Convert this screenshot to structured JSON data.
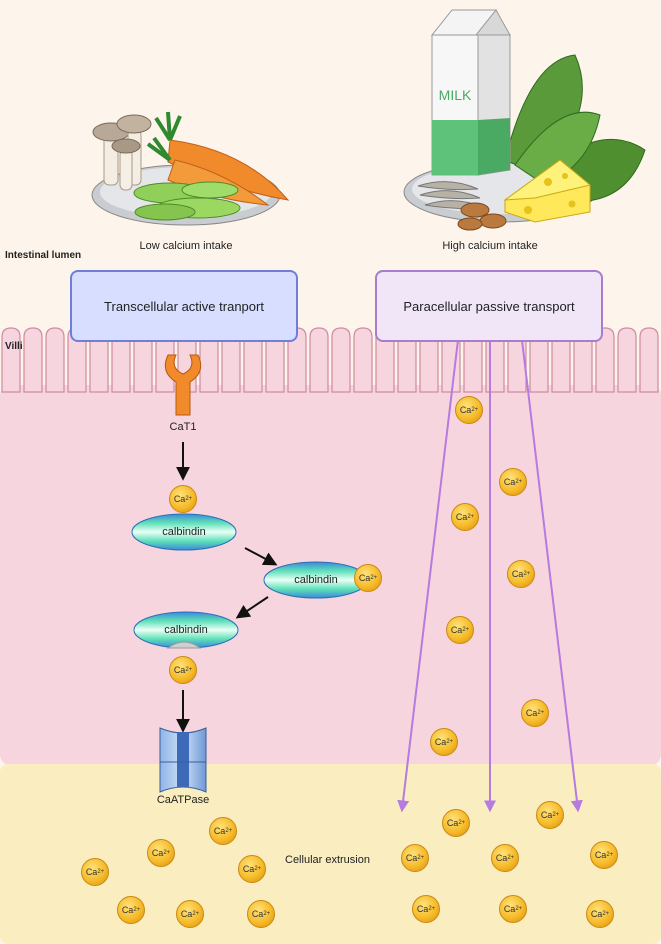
{
  "labels": {
    "intestinal_lumen": "Intestinal lumen",
    "villi": "Villi",
    "low_calcium": "Low calcium intake",
    "high_calcium": "High calcium intake",
    "transcellular": "Transcellular active tranport",
    "paracellular": "Paracellular passive transport",
    "cat1": "CaT1",
    "calbindin": "calbindin",
    "caatpase": "CaATPase",
    "cellular_extrusion": "Cellular extrusion",
    "milk": "MILK"
  },
  "ion": {
    "base": "Ca",
    "charge": "2+"
  },
  "colors": {
    "background": "#fdf5ec",
    "cell": "#f7d5df",
    "extrusion": "#faedc0",
    "villi_stroke": "#cf8aa0",
    "transcellular_fill": "#d8deff",
    "transcellular_border": "#6f7fd8",
    "paracellular_fill": "#f0e6f8",
    "paracellular_border": "#a97ccc",
    "arrow_purple": "#b57be0",
    "calcium": "#f6bb2a",
    "calbindin": "#5fe0b8"
  },
  "icons": [
    "vegetable-plate-icon",
    "dairy-plate-icon",
    "milk-carton-icon",
    "cat1-channel-icon",
    "caatpase-pump-icon",
    "calcium-ion-icon"
  ]
}
